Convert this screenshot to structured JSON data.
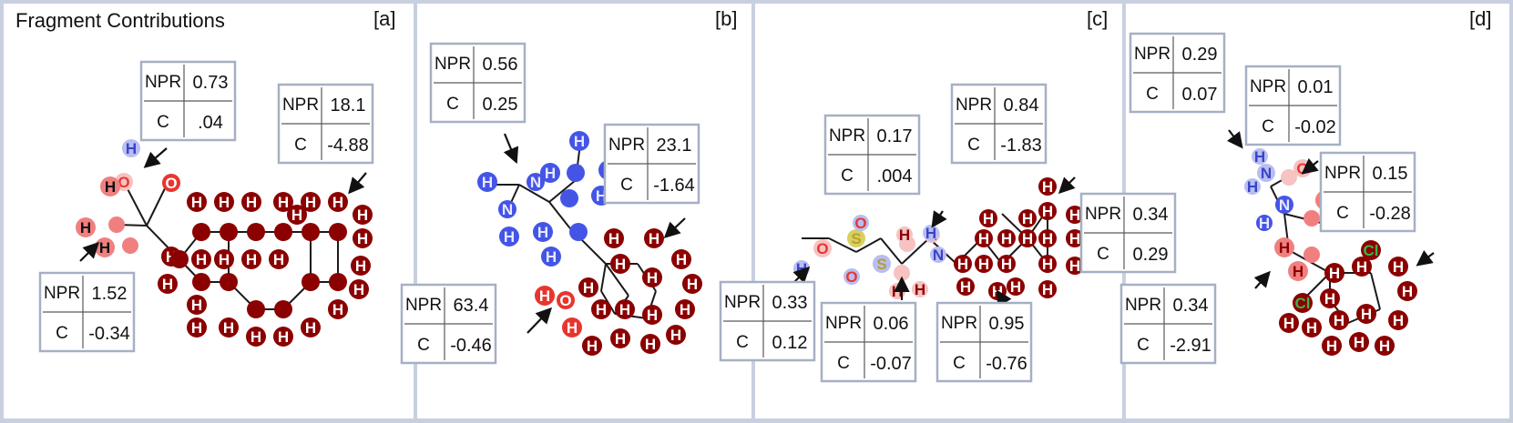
{
  "title": "Fragment Contributions",
  "colors": {
    "background": "#c8d0e0",
    "panel": "#ffffff",
    "dark_red": "#8b0000",
    "red": "#e8352f",
    "salmon": "#f08080",
    "pink": "#f6c2c2",
    "blue": "#4455e6",
    "light_blue": "#b8bef2",
    "yellow": "#d8d060",
    "green": "#3bb54a"
  },
  "table_keys": {
    "npr": "NPR",
    "c": "C"
  },
  "panels": [
    {
      "label": "[a]",
      "tables": [
        {
          "npr": "0.73",
          "c": ".04"
        },
        {
          "npr": "18.1",
          "c": "-4.88"
        },
        {
          "npr": "1.52",
          "c": "-0.34"
        }
      ]
    },
    {
      "label": "[b]",
      "tables": [
        {
          "npr": "0.56",
          "c": "0.25"
        },
        {
          "npr": "23.1",
          "c": "-1.64"
        },
        {
          "npr": "63.4",
          "c": "-0.46"
        }
      ]
    },
    {
      "label": "[c]",
      "tables": [
        {
          "npr": "0.17",
          "c": ".004"
        },
        {
          "npr": "0.84",
          "c": "-1.83"
        },
        {
          "npr": "0.33",
          "c": "0.12"
        },
        {
          "npr": "0.06",
          "c": "-0.07"
        },
        {
          "npr": "0.95",
          "c": "-0.76"
        }
      ]
    },
    {
      "label": "[d]",
      "tables": [
        {
          "npr": "0.29",
          "c": "0.07"
        },
        {
          "npr": "0.01",
          "c": "-0.02"
        },
        {
          "npr": "0.15",
          "c": "-0.28"
        },
        {
          "npr": "0.34",
          "c": "0.29"
        },
        {
          "npr": "0.34",
          "c": "-2.91"
        }
      ]
    }
  ],
  "atoms": {
    "hydrogen": "H",
    "oxygen": "O",
    "nitrogen": "N",
    "sulfur": "S",
    "chlorine": "Cl"
  },
  "atom_indices": {
    "a": [
      "23",
      "4",
      "3",
      "25",
      "28",
      "21",
      "26",
      "2",
      "1",
      "20",
      "0",
      "22",
      "19",
      "42",
      "41",
      "43",
      "40",
      "16",
      "15",
      "39",
      "14",
      "27",
      "44",
      "29",
      "17",
      "13",
      "12",
      "18",
      "24",
      "45",
      "38",
      "11",
      "10",
      "35",
      "36",
      "37",
      "30",
      "34",
      "46",
      "31",
      "32",
      "33"
    ],
    "b": [
      "13",
      "31",
      "12",
      "33",
      "10",
      "14",
      "11",
      "15",
      "17",
      "32",
      "18",
      "19",
      "27",
      "20",
      "16",
      "28",
      "21",
      "29",
      "26",
      "22",
      "30",
      "25",
      "24",
      "23"
    ],
    "c": [
      "2",
      "19",
      "3",
      "18",
      "22",
      "26",
      "1",
      "33",
      "32",
      "31",
      "17",
      "15",
      "16",
      "14",
      "13",
      "24",
      "27",
      "0",
      "4",
      "21",
      "20",
      "30",
      "28",
      "23",
      "29",
      "5",
      "6",
      "7",
      "8",
      "9",
      "10",
      "11",
      "12",
      "25"
    ],
    "d": [
      "14",
      "0",
      "2",
      "1",
      "15",
      "18",
      "3",
      "17",
      "16",
      "21",
      "13",
      "20",
      "22",
      "29",
      "19",
      "8",
      "11",
      "27",
      "10",
      "9",
      "24",
      "28",
      "23",
      "26",
      "25",
      "4",
      "5",
      "6",
      "7",
      "12"
    ]
  }
}
